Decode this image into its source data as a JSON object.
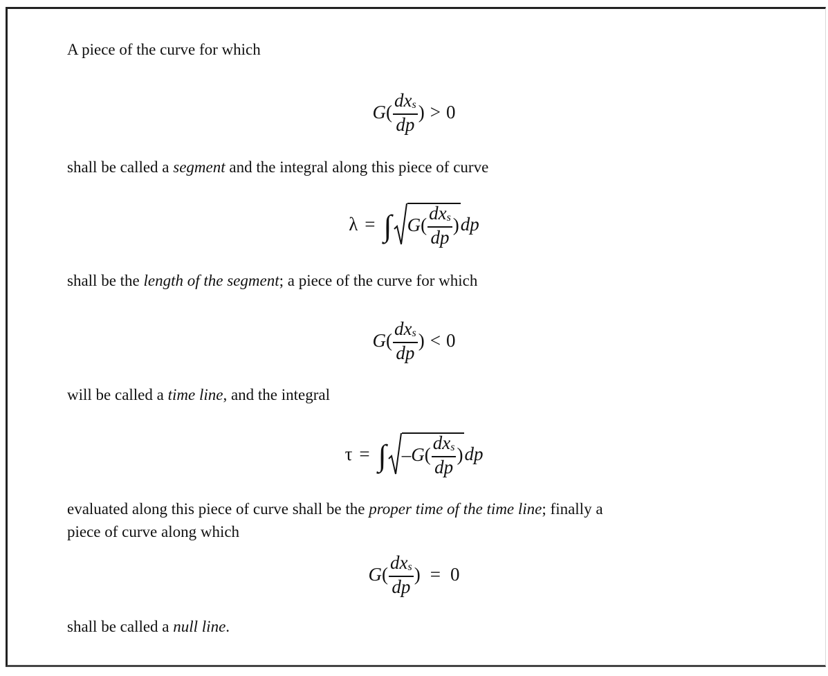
{
  "paragraphs": {
    "p1": "A piece of the curve for which",
    "p2": {
      "before": "shall be called a ",
      "em": "segment",
      "after": " and the integral along this piece of curve"
    },
    "p3": {
      "before": "shall be the ",
      "em": "length of the segment",
      "after": "; a piece of the curve for which"
    },
    "p4": {
      "before": "will be called a ",
      "em": "time line",
      "after": ", and the integral"
    },
    "p5": {
      "before": "evaluated along this piece of curve shall be the ",
      "em": "proper time of the time line",
      "after": "; finally a"
    },
    "p6": "piece of curve along which",
    "p7": {
      "before": "shall be called a ",
      "em": "null line",
      "after": "."
    }
  },
  "symbols": {
    "G": "G",
    "open_paren": "(",
    "close_paren": ")",
    "dx": "dx",
    "s": "s",
    "dp": "dp",
    "lambda": "λ",
    "tau": "τ",
    "integral": "∫",
    "equals": "=",
    "greater": ">",
    "less": "<",
    "minus": "–",
    "zero": "0"
  }
}
